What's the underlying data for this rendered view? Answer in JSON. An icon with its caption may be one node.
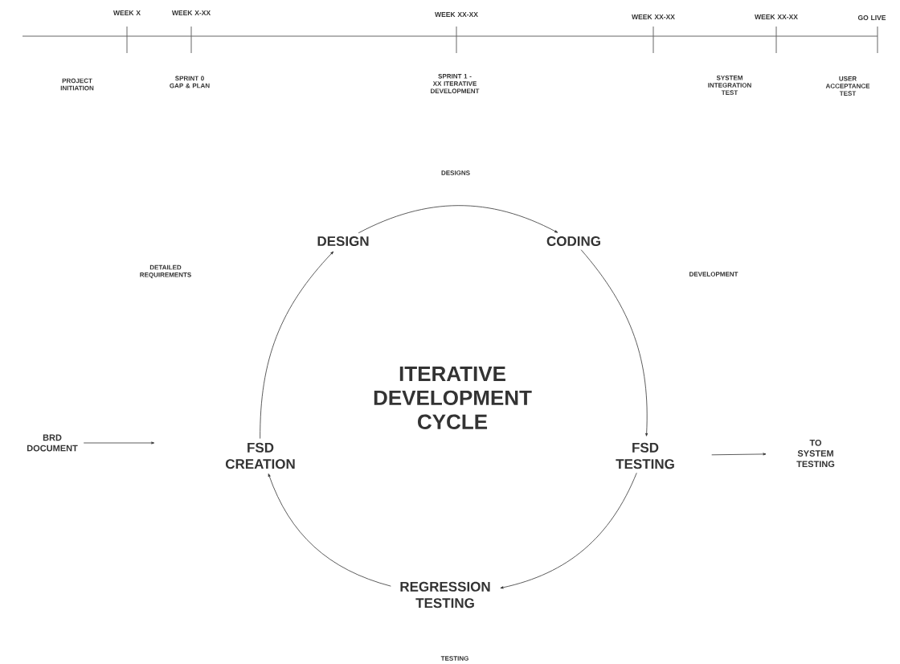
{
  "diagram": {
    "nodes": [
      {
        "text": [
          "DESIGN"
        ]
      },
      {
        "text": [
          "CODING"
        ]
      },
      {
        "text": [
          "FSD TESTING"
        ]
      },
      {
        "text": [
          "REGRESSION TESTING"
        ]
      },
      {
        "text": [
          "FSD CREATION"
        ]
      },
      {
        "text": [
          "BRD DOCUMENT"
        ]
      },
      {
        "text": [
          "TO SYSTEM TESTING"
        ]
      }
    ],
    "edges": [
      {
        "from": 0,
        "to": 1,
        "arrow": "to"
      },
      {
        "from": 1,
        "to": 2,
        "arrow": "to"
      },
      {
        "from": 2,
        "to": 3,
        "arrow": "to"
      },
      {
        "from": 3,
        "to": 4,
        "arrow": "to"
      },
      {
        "from": 4,
        "to": 0,
        "arrow": "to"
      },
      {
        "from": 5,
        "to": null,
        "arrow": "to"
      },
      {
        "from": 2,
        "to": 6,
        "arrow": "to"
      }
    ],
    "labels": [
      "WEEK X",
      "WEEK X-XX",
      "WEEK XX-XX",
      "WEEK XX-XX",
      "WEEK XX-XX",
      "GO LIVE",
      "PROJECT INITIATION",
      "SPRINT 0 GAP & PLAN",
      "SPRINT 1 - XX ITERATIVE DEVELOPMENT",
      "SYSTEM INTEGRATION TEST",
      "USER ACCEPTANCE TEST",
      "DESIGNS",
      "DETAILED REQUIREMENTS",
      "DEVELOPMENT",
      "ITERATIVE DEVELOPMENT CYCLE",
      "TESTING"
    ]
  }
}
